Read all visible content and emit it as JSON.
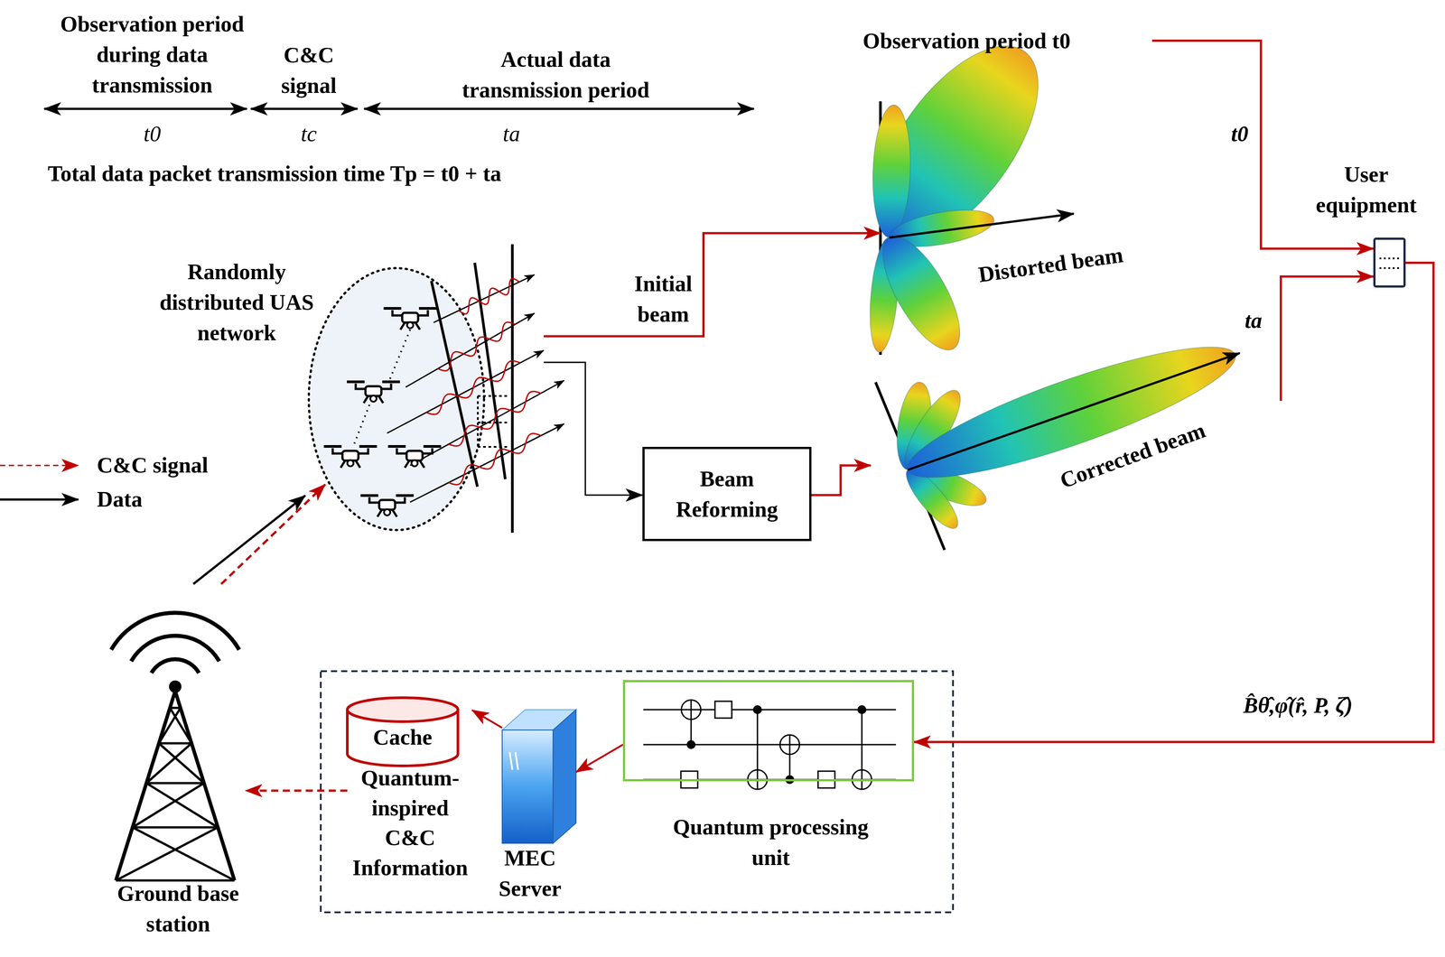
{
  "diagram": {
    "nodes": [
      {
        "text": [
          "Randomly distributed UAS network"
        ]
      },
      {
        "text": [
          "Distorted beam"
        ]
      },
      {
        "text": [
          "Beam Reforming"
        ]
      },
      {
        "text": [
          "Corrected beam"
        ]
      },
      {
        "text": [
          "User equipment"
        ]
      },
      {
        "text": [
          "Ground base station"
        ]
      },
      {
        "text": [
          "Cache",
          "Quantum-inspired C&C Information"
        ]
      },
      {
        "text": [
          "MEC Server"
        ]
      },
      {
        "text": [
          "Quantum processing unit"
        ]
      }
    ],
    "edges": [
      {
        "from": 5,
        "to": 0,
        "arrow": "to"
      },
      {
        "from": 5,
        "to": 0,
        "arrow": "to"
      },
      {
        "from": 0,
        "to": 1,
        "label": "Initial beam",
        "arrow": "to"
      },
      {
        "from": 0,
        "to": 2,
        "arrow": "to"
      },
      {
        "from": 2,
        "to": 3,
        "arrow": "to"
      },
      {
        "from": 3,
        "to": 4,
        "label": "ta",
        "arrow": "to"
      },
      {
        "from": 4,
        "to": 8,
        "label": "B̂θ̂,φ̂(r̂, P, ζ̂)",
        "arrow": "to"
      },
      {
        "from": 8,
        "to": 7,
        "arrow": "to"
      },
      {
        "from": 7,
        "to": 6,
        "arrow": "to"
      },
      {
        "from": 6,
        "to": 5,
        "arrow": "to"
      }
    ],
    "labels": [
      "Observation period during data transmission",
      "C&C signal",
      "Actual data transmission period",
      "t0",
      "tc",
      "ta",
      "Total data packet transmission time Tp = t0 + ta",
      "Observation period t0",
      "t0"
    ],
    "legend": [
      {
        "text": "C&C signal"
      },
      {
        "text": "Data"
      }
    ]
  }
}
